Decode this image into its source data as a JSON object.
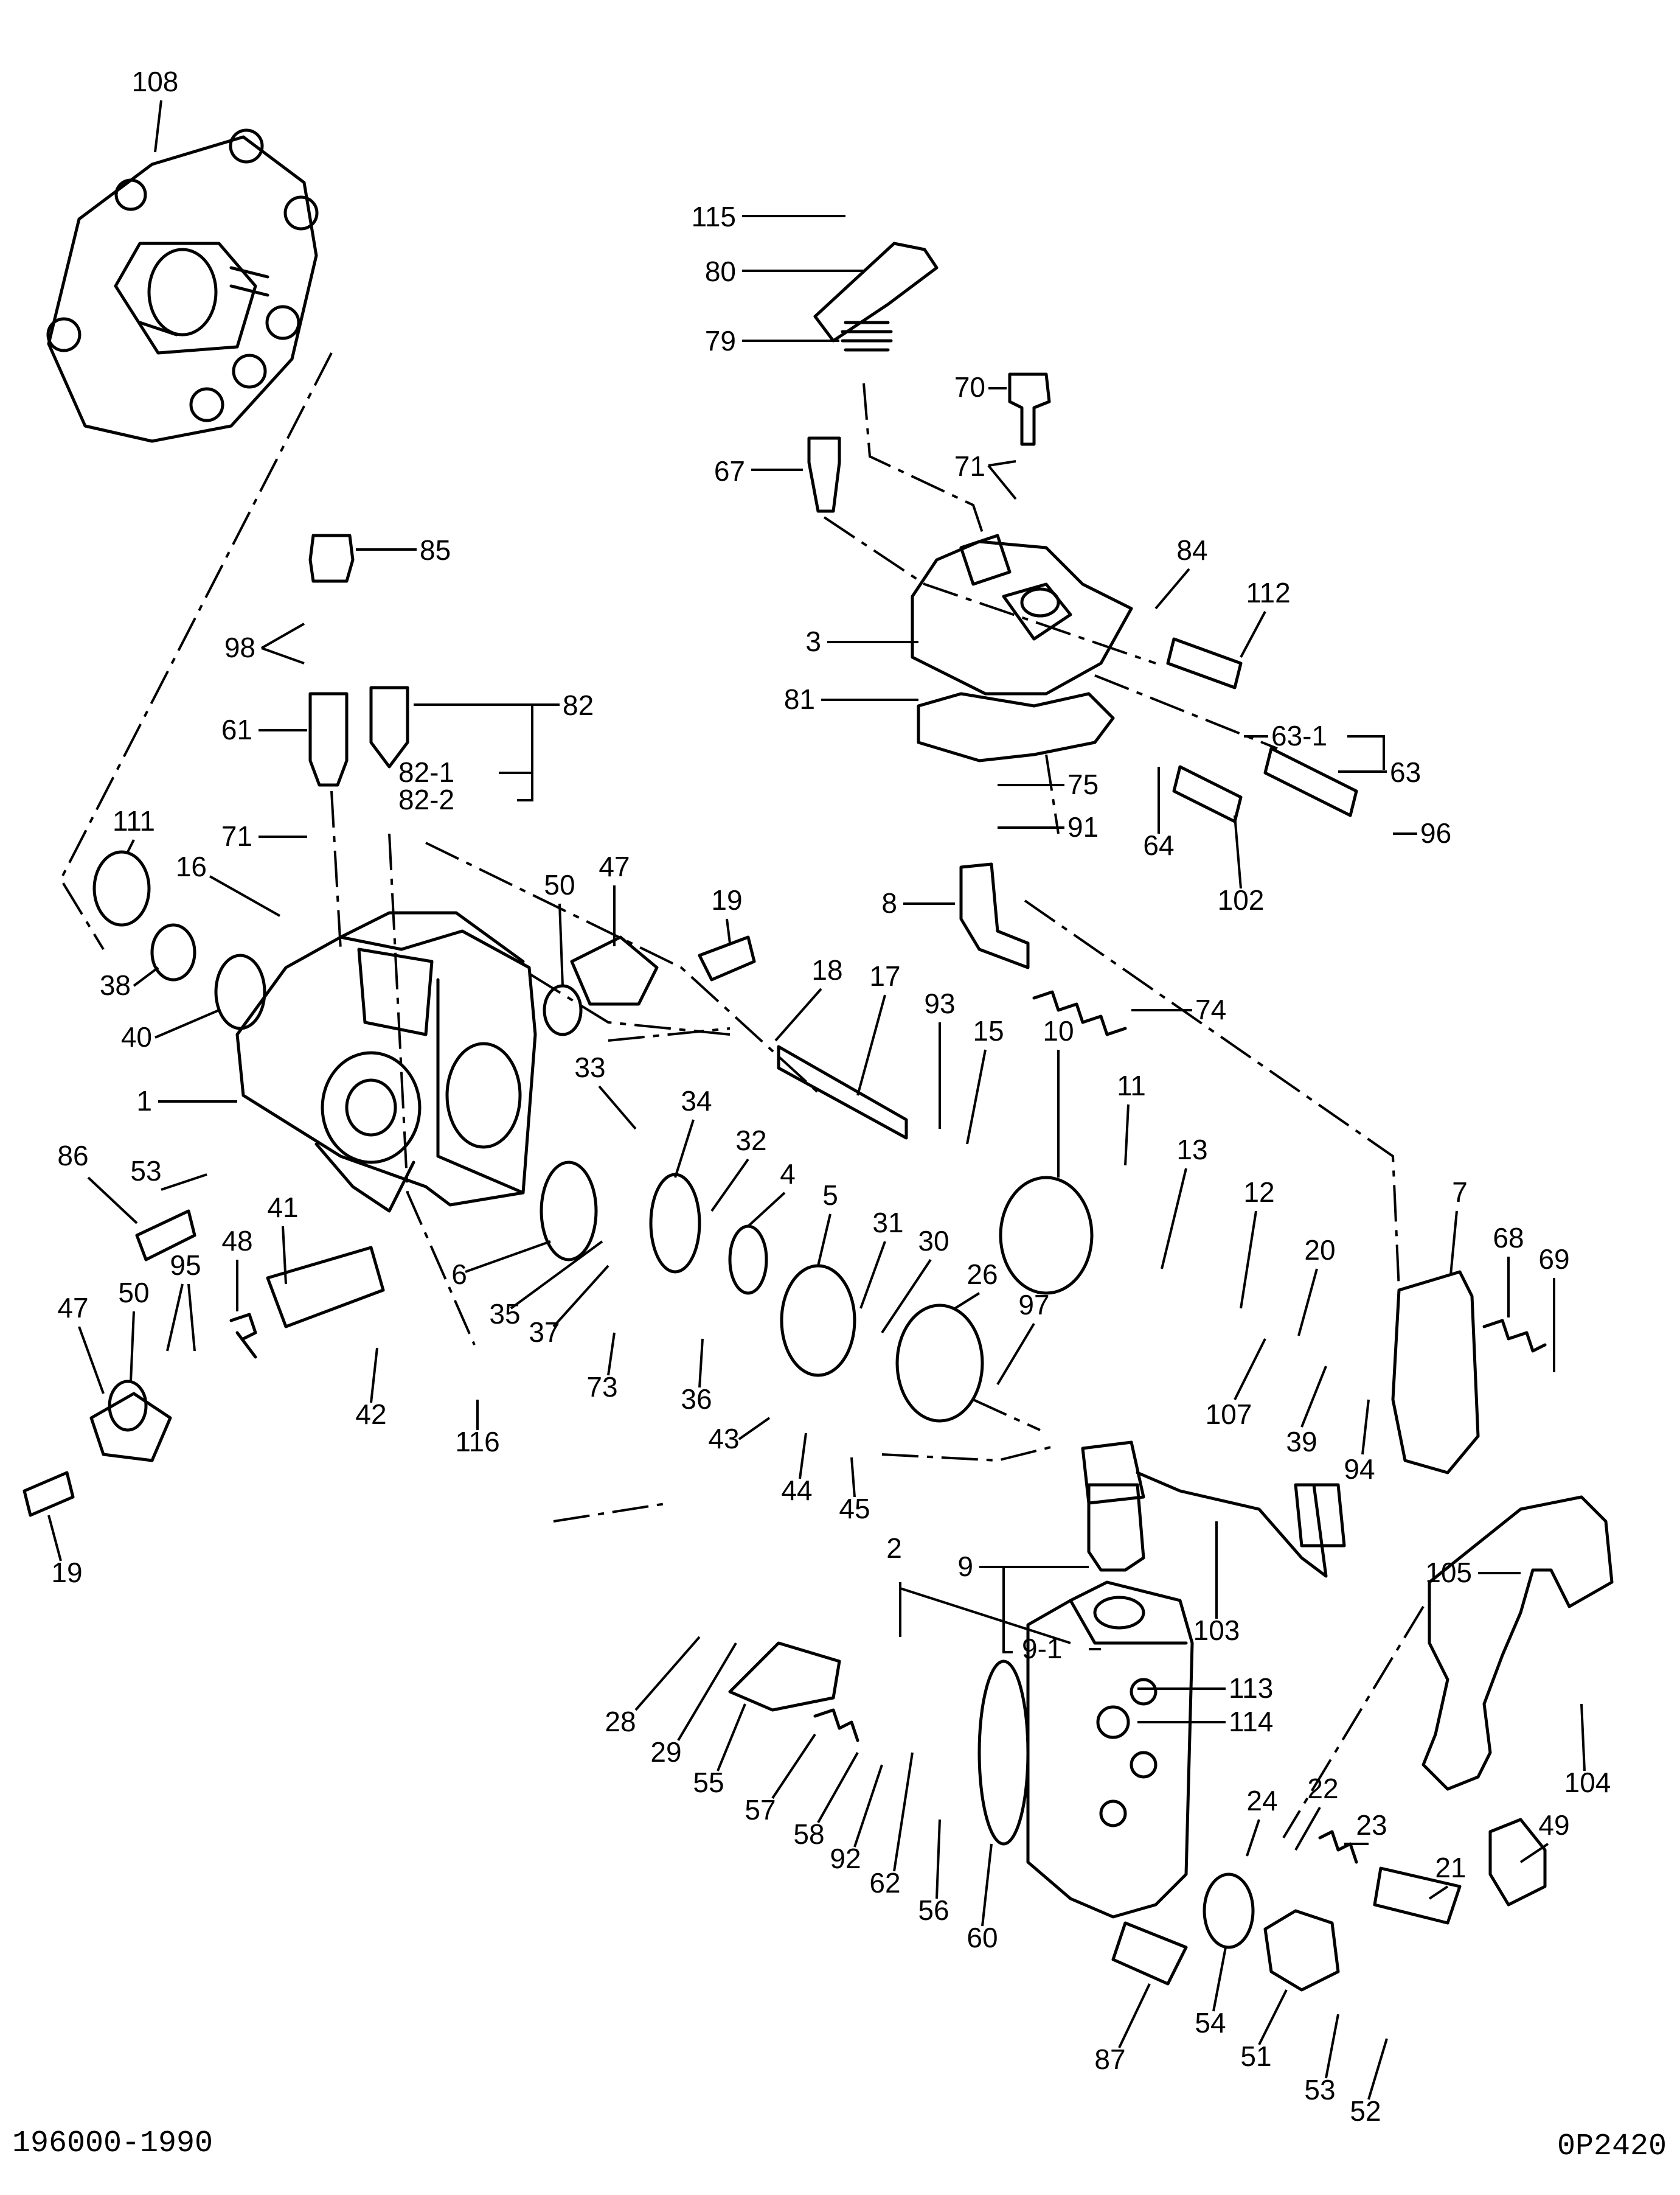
{
  "drawing_number": "196000-1990",
  "sheet_code": "0P2420",
  "callouts": {
    "c1": "1",
    "c2": "2",
    "c3": "3",
    "c4": "4",
    "c5": "5",
    "c6": "6",
    "c7": "7",
    "c8": "8",
    "c9": "9",
    "c9_1": "9-1",
    "c10": "10",
    "c11": "11",
    "c12": "12",
    "c13": "13",
    "c15": "15",
    "c16": "16",
    "c17": "17",
    "c18": "18",
    "c19a": "19",
    "c19b": "19",
    "c20": "20",
    "c21": "21",
    "c22": "22",
    "c23": "23",
    "c24": "24",
    "c26": "26",
    "c28": "28",
    "c29": "29",
    "c30": "30",
    "c31": "31",
    "c32": "32",
    "c33": "33",
    "c34": "34",
    "c35": "35",
    "c36": "36",
    "c37": "37",
    "c38": "38",
    "c39": "39",
    "c40": "40",
    "c41": "41",
    "c42": "42",
    "c43": "43",
    "c44": "44",
    "c45": "45",
    "c47a": "47",
    "c47b": "47",
    "c48": "48",
    "c49": "49",
    "c50a": "50",
    "c50b": "50",
    "c51": "51",
    "c52": "52",
    "c53a": "53",
    "c53b": "53",
    "c54": "54",
    "c55": "55",
    "c56": "56",
    "c57": "57",
    "c58": "58",
    "c60": "60",
    "c61": "61",
    "c62": "62",
    "c63": "63",
    "c63_1": "63-1",
    "c64": "64",
    "c67": "67",
    "c68": "68",
    "c69": "69",
    "c70": "70",
    "c71a": "71",
    "c71b": "71",
    "c73": "73",
    "c74": "74",
    "c75": "75",
    "c79": "79",
    "c80": "80",
    "c81": "81",
    "c82": "82",
    "c82_1": "82-1",
    "c82_2": "82-2",
    "c84": "84",
    "c85": "85",
    "c86": "86",
    "c87": "87",
    "c91": "91",
    "c92": "92",
    "c93": "93",
    "c94": "94",
    "c95": "95",
    "c96": "96",
    "c97": "97",
    "c98": "98",
    "c102": "102",
    "c103": "103",
    "c104": "104",
    "c105": "105",
    "c107": "107",
    "c108": "108",
    "c111": "111",
    "c112": "112",
    "c113": "113",
    "c114": "114",
    "c115": "115",
    "c116": "116"
  }
}
